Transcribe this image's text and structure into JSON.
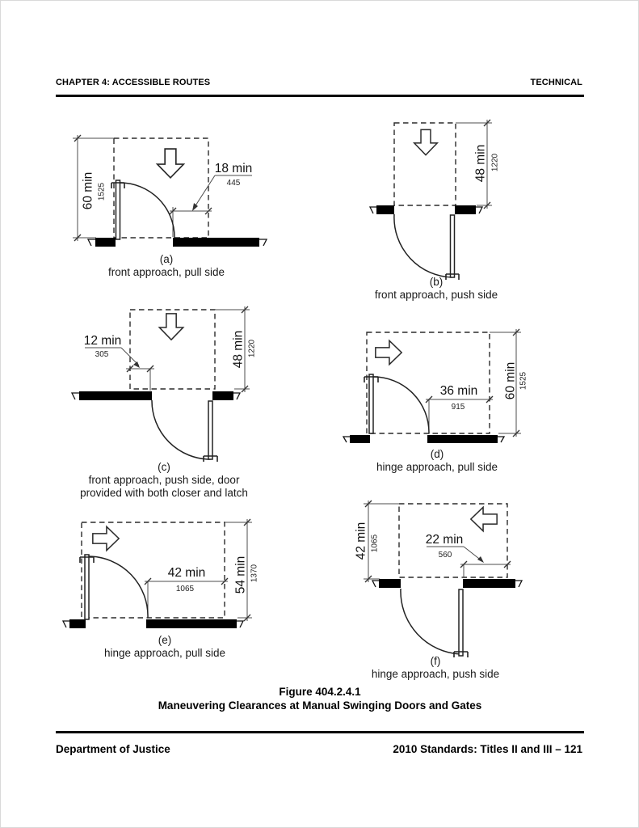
{
  "header": {
    "left": "CHAPTER 4: ACCESSIBLE ROUTES",
    "right": "TECHNICAL"
  },
  "figure_caption": {
    "number": "Figure 404.2.4.1",
    "title": "Maneuvering Clearances at Manual Swinging Doors and Gates"
  },
  "footer": {
    "left": "Department of Justice",
    "right": "2010 Standards: Titles II and III – 121"
  },
  "diagrams": {
    "a": {
      "label": "(a)",
      "caption": "front approach, pull side",
      "arrow": "down-block-arrow",
      "height_dim": {
        "value": "60 min",
        "metric": "1525"
      },
      "width_dim": {
        "value": "18 min",
        "metric": "445"
      }
    },
    "b": {
      "label": "(b)",
      "caption": "front approach, push side",
      "arrow": "down-block-arrow",
      "height_dim": {
        "value": "48 min",
        "metric": "1220"
      }
    },
    "c": {
      "label": "(c)",
      "caption_line1": "front approach, push side, door",
      "caption_line2": "provided with both closer and latch",
      "arrow": "down-block-arrow",
      "height_dim": {
        "value": "48 min",
        "metric": "1220"
      },
      "width_dim": {
        "value": "12 min",
        "metric": "305"
      }
    },
    "d": {
      "label": "(d)",
      "caption": "hinge approach, pull side",
      "arrow": "right-block-arrow",
      "height_dim": {
        "value": "60 min",
        "metric": "1525"
      },
      "width_dim": {
        "value": "36 min",
        "metric": "915"
      }
    },
    "e": {
      "label": "(e)",
      "caption": "hinge approach, pull side",
      "arrow": "right-block-arrow",
      "height_dim": {
        "value": "54 min",
        "metric": "1370"
      },
      "width_dim": {
        "value": "42 min",
        "metric": "1065"
      }
    },
    "f": {
      "label": "(f)",
      "caption": "hinge approach, push side",
      "arrow": "left-block-arrow",
      "height_dim": {
        "value": "42 min",
        "metric": "1065"
      },
      "width_dim": {
        "value": "22 min",
        "metric": "560"
      }
    }
  }
}
